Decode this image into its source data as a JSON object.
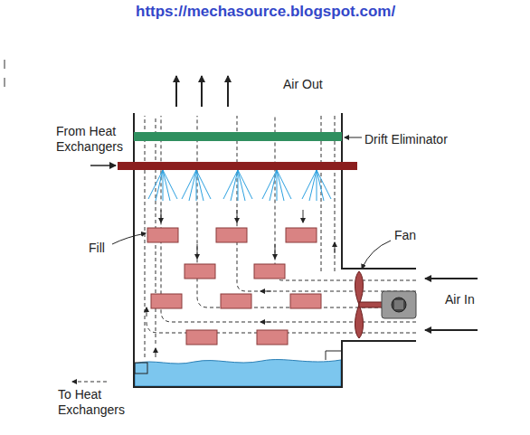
{
  "diagram": {
    "labels": [
      "https://mechasource.blogspot.com/",
      "Air Out",
      "From Heat Exchangers",
      "Drift Eliminator",
      "Fill",
      "Fan",
      "Air In",
      "To Heat Exchangers"
    ]
  }
}
